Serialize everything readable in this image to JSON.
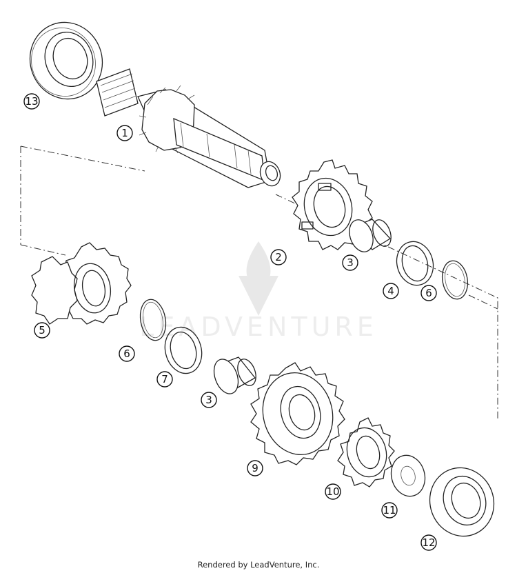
{
  "watermark": {
    "text": "LEADVENTURE"
  },
  "footer": {
    "text": "Rendered by LeadVenture, Inc."
  },
  "callouts": [
    {
      "id": "13",
      "label": "13"
    },
    {
      "id": "1",
      "label": "1"
    },
    {
      "id": "2",
      "label": "2"
    },
    {
      "id": "3a",
      "label": "3"
    },
    {
      "id": "4",
      "label": "4"
    },
    {
      "id": "6a",
      "label": "6"
    },
    {
      "id": "5",
      "label": "5"
    },
    {
      "id": "6b",
      "label": "6"
    },
    {
      "id": "7",
      "label": "7"
    },
    {
      "id": "3b",
      "label": "3"
    },
    {
      "id": "9",
      "label": "9"
    },
    {
      "id": "10",
      "label": "10"
    },
    {
      "id": "11",
      "label": "11"
    },
    {
      "id": "12",
      "label": "12"
    }
  ]
}
